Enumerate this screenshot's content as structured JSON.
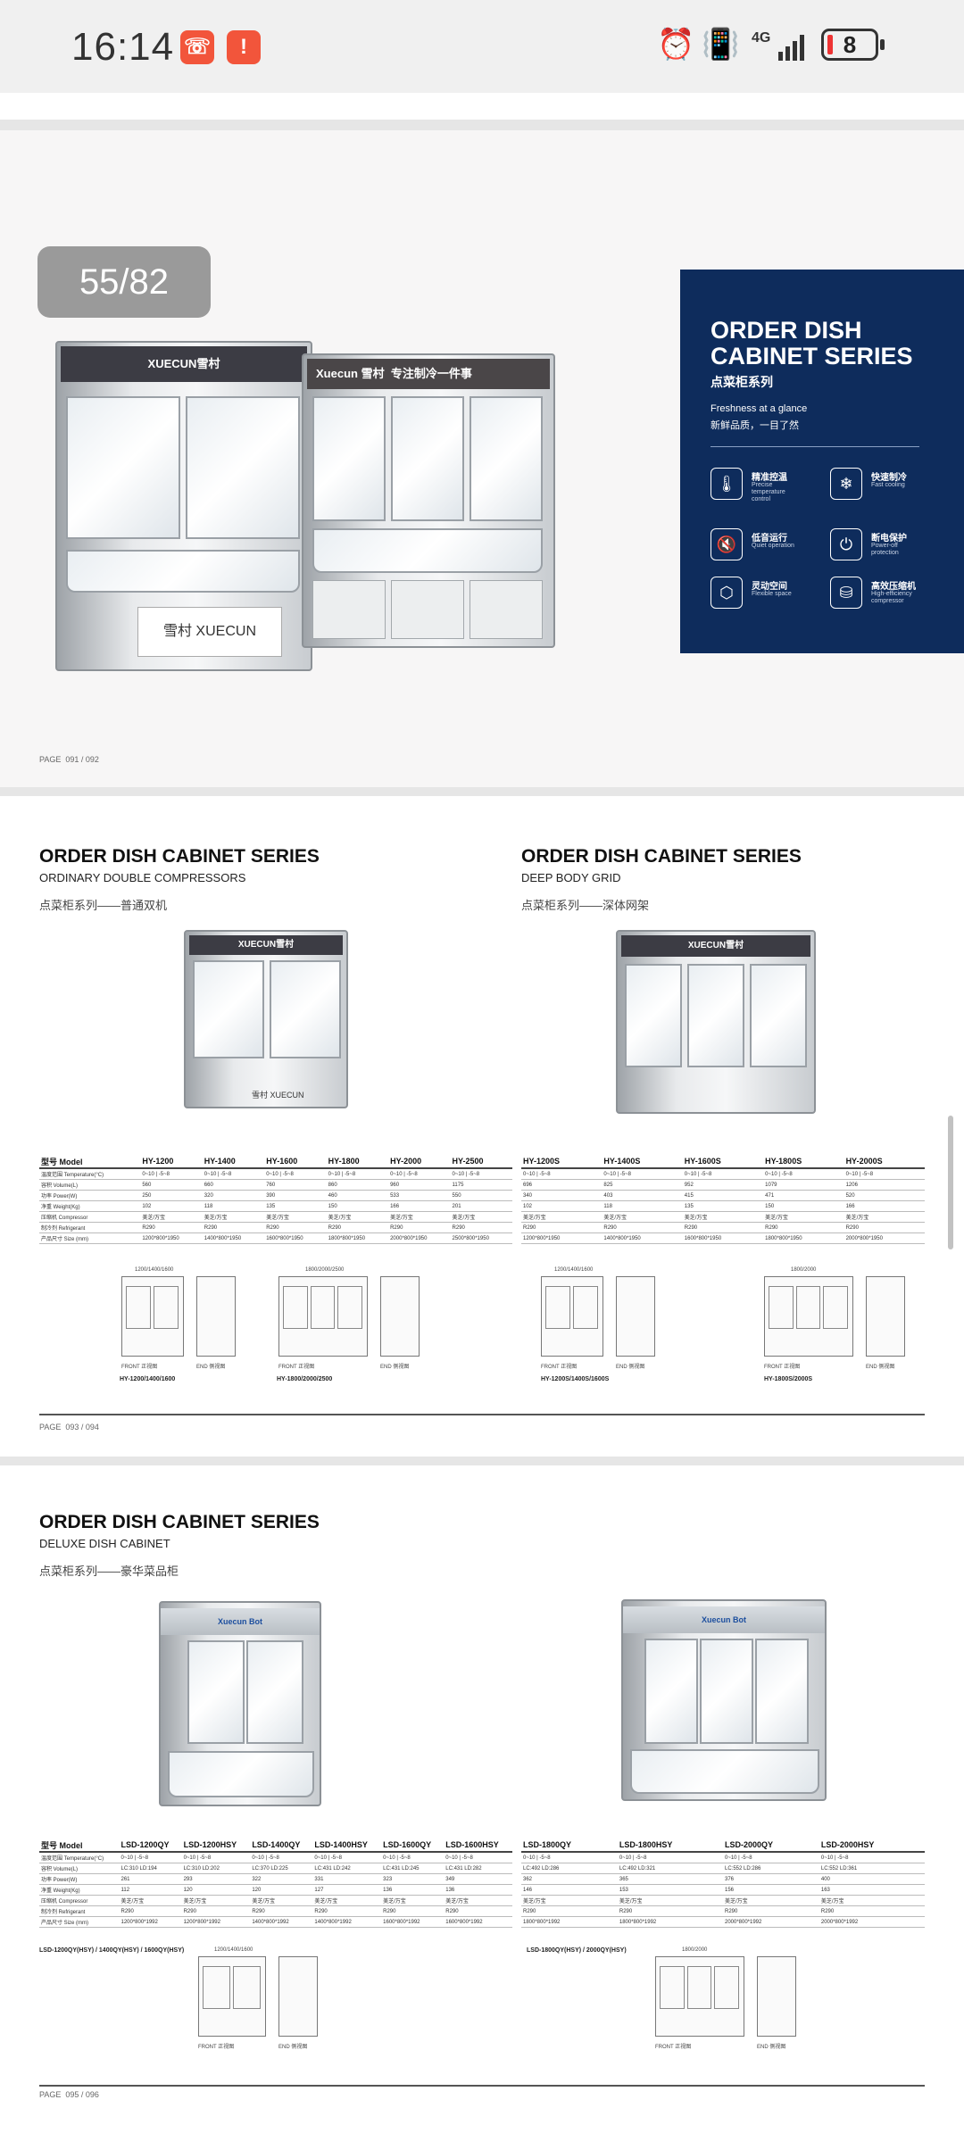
{
  "status_bar": {
    "time": "16:14",
    "battery": "8",
    "network": "4G"
  },
  "page_counter": "55/82",
  "page1": {
    "page_label": "PAGE",
    "page_no": "091 / 092",
    "brand_left": "XUECUN雪村",
    "brand_right": "Xuecun 雪村",
    "slogan": "专注制冷一件事",
    "cabinet_logo": "雪村 XUECUN",
    "panel": {
      "title_line1": "ORDER DISH",
      "title_line2": "CABINET SERIES",
      "title_cn": "点菜柜系列",
      "tagline_en": "Freshness at a glance",
      "tagline_cn": "新鲜品质，一目了然",
      "features": [
        {
          "icon": "thermometer-icon",
          "glyph": "🌡",
          "cn": "精准控温",
          "en1": "Precise",
          "en2": "temperature",
          "en3": "control"
        },
        {
          "icon": "snowflake-icon",
          "glyph": "❄",
          "cn": "快速制冷",
          "en1": "Fast cooling",
          "en2": "",
          "en3": ""
        },
        {
          "icon": "mute-icon",
          "glyph": "🔇",
          "cn": "低音运行",
          "en1": "Quiet operation",
          "en2": "",
          "en3": ""
        },
        {
          "icon": "power-protect-icon",
          "glyph": "⏻",
          "cn": "断电保护",
          "en1": "Power-off",
          "en2": "protection",
          "en3": ""
        },
        {
          "icon": "box-icon",
          "glyph": "⬡",
          "cn": "灵动空间",
          "en1": "Flexible space",
          "en2": "",
          "en3": ""
        },
        {
          "icon": "compressor-icon",
          "glyph": "⛁",
          "cn": "高效压缩机",
          "en1": "High-efficiency",
          "en2": "compressor",
          "en3": ""
        }
      ]
    }
  },
  "page2": {
    "page_label": "PAGE",
    "page_no": "093 / 094",
    "left": {
      "title": "ORDER DISH CABINET SERIES",
      "sub_en": "ORDINARY DOUBLE COMPRESSORS",
      "sub_cn": "点菜柜系列——普通双机",
      "brand": "XUECUN雪村",
      "logo": "雪村 XUECUN",
      "header_label": "型号 Model",
      "models": [
        "HY-1200",
        "HY-1400",
        "HY-1600",
        "HY-1800",
        "HY-2000",
        "HY-2500"
      ],
      "rows": [
        {
          "label": "温度范围 Temperature(°C)",
          "vals": [
            "0~10 | -5~8",
            "0~10 | -5~8",
            "0~10 | -5~8",
            "0~10 | -5~8",
            "0~10 | -5~8",
            "0~10 | -5~8"
          ]
        },
        {
          "label": "容积 Volume(L)",
          "vals": [
            "560",
            "660",
            "760",
            "860",
            "960",
            "1175"
          ]
        },
        {
          "label": "功率 Power(W)",
          "vals": [
            "250",
            "320",
            "390",
            "460",
            "533",
            "550"
          ]
        },
        {
          "label": "净重 Weight(Kg)",
          "vals": [
            "102",
            "118",
            "135",
            "150",
            "166",
            "201"
          ]
        },
        {
          "label": "压缩机 Compressor",
          "vals": [
            "美芝/万宝",
            "美芝/万宝",
            "美芝/万宝",
            "美芝/万宝",
            "美芝/万宝",
            "美芝/万宝"
          ]
        },
        {
          "label": "制冷剂 Refrigerant",
          "vals": [
            "R290",
            "R290",
            "R290",
            "R290",
            "R290",
            "R290"
          ]
        },
        {
          "label": "产品尺寸 Size (mm)",
          "vals": [
            "1200*800*1950",
            "1400*800*1950",
            "1600*800*1950",
            "1800*800*1950",
            "2000*800*1950",
            "2500*800*1950"
          ]
        }
      ],
      "diagrams": [
        {
          "caption": "HY-1200/1400/1600",
          "width_label": "1200/1400/1600",
          "front": "FRONT 正视图",
          "side": "END 侧视图"
        },
        {
          "caption": "HY-1800/2000/2500",
          "width_label": "1800/2000/2500",
          "front": "FRONT 正视图",
          "side": "END 侧视图"
        }
      ]
    },
    "right": {
      "title": "ORDER DISH CABINET SERIES",
      "sub_en": "DEEP BODY GRID",
      "sub_cn": "点菜柜系列——深体网架",
      "brand": "XUECUN雪村",
      "models": [
        "HY-1200S",
        "HY-1400S",
        "HY-1600S",
        "HY-1800S",
        "HY-2000S"
      ],
      "rows": [
        {
          "vals": [
            "0~10 | -5~8",
            "0~10 | -5~8",
            "0~10 | -5~8",
            "0~10 | -5~8",
            "0~10 | -5~8"
          ]
        },
        {
          "vals": [
            "696",
            "825",
            "952",
            "1079",
            "1206"
          ]
        },
        {
          "vals": [
            "340",
            "403",
            "415",
            "471",
            "520"
          ]
        },
        {
          "vals": [
            "102",
            "118",
            "135",
            "150",
            "166"
          ]
        },
        {
          "vals": [
            "美芝/万宝",
            "美芝/万宝",
            "美芝/万宝",
            "美芝/万宝",
            "美芝/万宝"
          ]
        },
        {
          "vals": [
            "R290",
            "R290",
            "R290",
            "R290",
            "R290"
          ]
        },
        {
          "vals": [
            "1200*800*1950",
            "1400*800*1950",
            "1600*800*1950",
            "1800*800*1950",
            "2000*800*1950"
          ]
        }
      ],
      "diagrams": [
        {
          "caption": "HY-1200S/1400S/1600S",
          "width_label": "1200/1400/1600",
          "front": "FRONT 正视图",
          "side": "END 侧视图"
        },
        {
          "caption": "HY-1800S/2000S",
          "width_label": "1800/2000",
          "front": "FRONT 正视图",
          "side": "END 侧视图"
        }
      ]
    }
  },
  "page3": {
    "page_label": "PAGE",
    "page_no": "095 / 096",
    "title": "ORDER DISH CABINET SERIES",
    "sub_en": "DELUXE DISH CABINET",
    "sub_cn": "点菜柜系列——豪华菜品柜",
    "brand": "Xuecun Bot",
    "header_label": "型号 Model",
    "models_left": [
      "LSD-1200QY",
      "LSD-1200HSY",
      "LSD-1400QY",
      "LSD-1400HSY",
      "LSD-1600QY",
      "LSD-1600HSY"
    ],
    "models_right": [
      "LSD-1800QY",
      "LSD-1800HSY",
      "LSD-2000QY",
      "LSD-2000HSY"
    ],
    "row_labels": [
      "温度范围 Temperature(°C)",
      "容积 Volume(L)",
      "功率 Power(W)",
      "净重 Weight(Kg)",
      "压缩机 Compressor",
      "制冷剂 Refrigerant",
      "产品尺寸 Size (mm)"
    ],
    "rows_left": [
      [
        "0~10 | -5~8",
        "0~10 | -5~8",
        "0~10 | -5~8",
        "0~10 | -5~8",
        "0~10 | -5~8",
        "0~10 | -5~8"
      ],
      [
        "LC:310 LD:194",
        "LC:310 LD:202",
        "LC:370 LD:225",
        "LC:431 LD:242",
        "LC:431 LD:245",
        "LC:431 LD:282"
      ],
      [
        "261",
        "293",
        "322",
        "331",
        "323",
        "349"
      ],
      [
        "112",
        "120",
        "120",
        "127",
        "136",
        "136"
      ],
      [
        "美芝/万宝",
        "美芝/万宝",
        "美芝/万宝",
        "美芝/万宝",
        "美芝/万宝",
        "美芝/万宝"
      ],
      [
        "R290",
        "R290",
        "R290",
        "R290",
        "R290",
        "R290"
      ],
      [
        "1200*800*1992",
        "1200*800*1992",
        "1400*800*1992",
        "1400*800*1992",
        "1600*800*1992",
        "1600*800*1992"
      ]
    ],
    "rows_right": [
      [
        "0~10 | -5~8",
        "0~10 | -5~8",
        "0~10 | -5~8",
        "0~10 | -5~8"
      ],
      [
        "LC:492 LD:286",
        "LC:492 LD:321",
        "LC:552 LD:286",
        "LC:552 LD:361"
      ],
      [
        "362",
        "365",
        "376",
        "400"
      ],
      [
        "146",
        "153",
        "156",
        "163"
      ],
      [
        "美芝/万宝",
        "美芝/万宝",
        "美芝/万宝",
        "美芝/万宝"
      ],
      [
        "R290",
        "R290",
        "R290",
        "R290"
      ],
      [
        "1800*800*1992",
        "1800*800*1992",
        "2000*800*1992",
        "2000*800*1992"
      ]
    ],
    "diagram_left": {
      "caption": "LSD-1200QY(HSY) / 1400QY(HSY) / 1600QY(HSY)",
      "width_label": "1200/1400/1600",
      "front": "FRONT 正视图",
      "side": "END 侧视图"
    },
    "diagram_right": {
      "caption": "LSD-1800QY(HSY) / 2000QY(HSY)",
      "width_label": "1800/2000",
      "front": "FRONT 正视图",
      "side": "END 侧视图"
    }
  }
}
